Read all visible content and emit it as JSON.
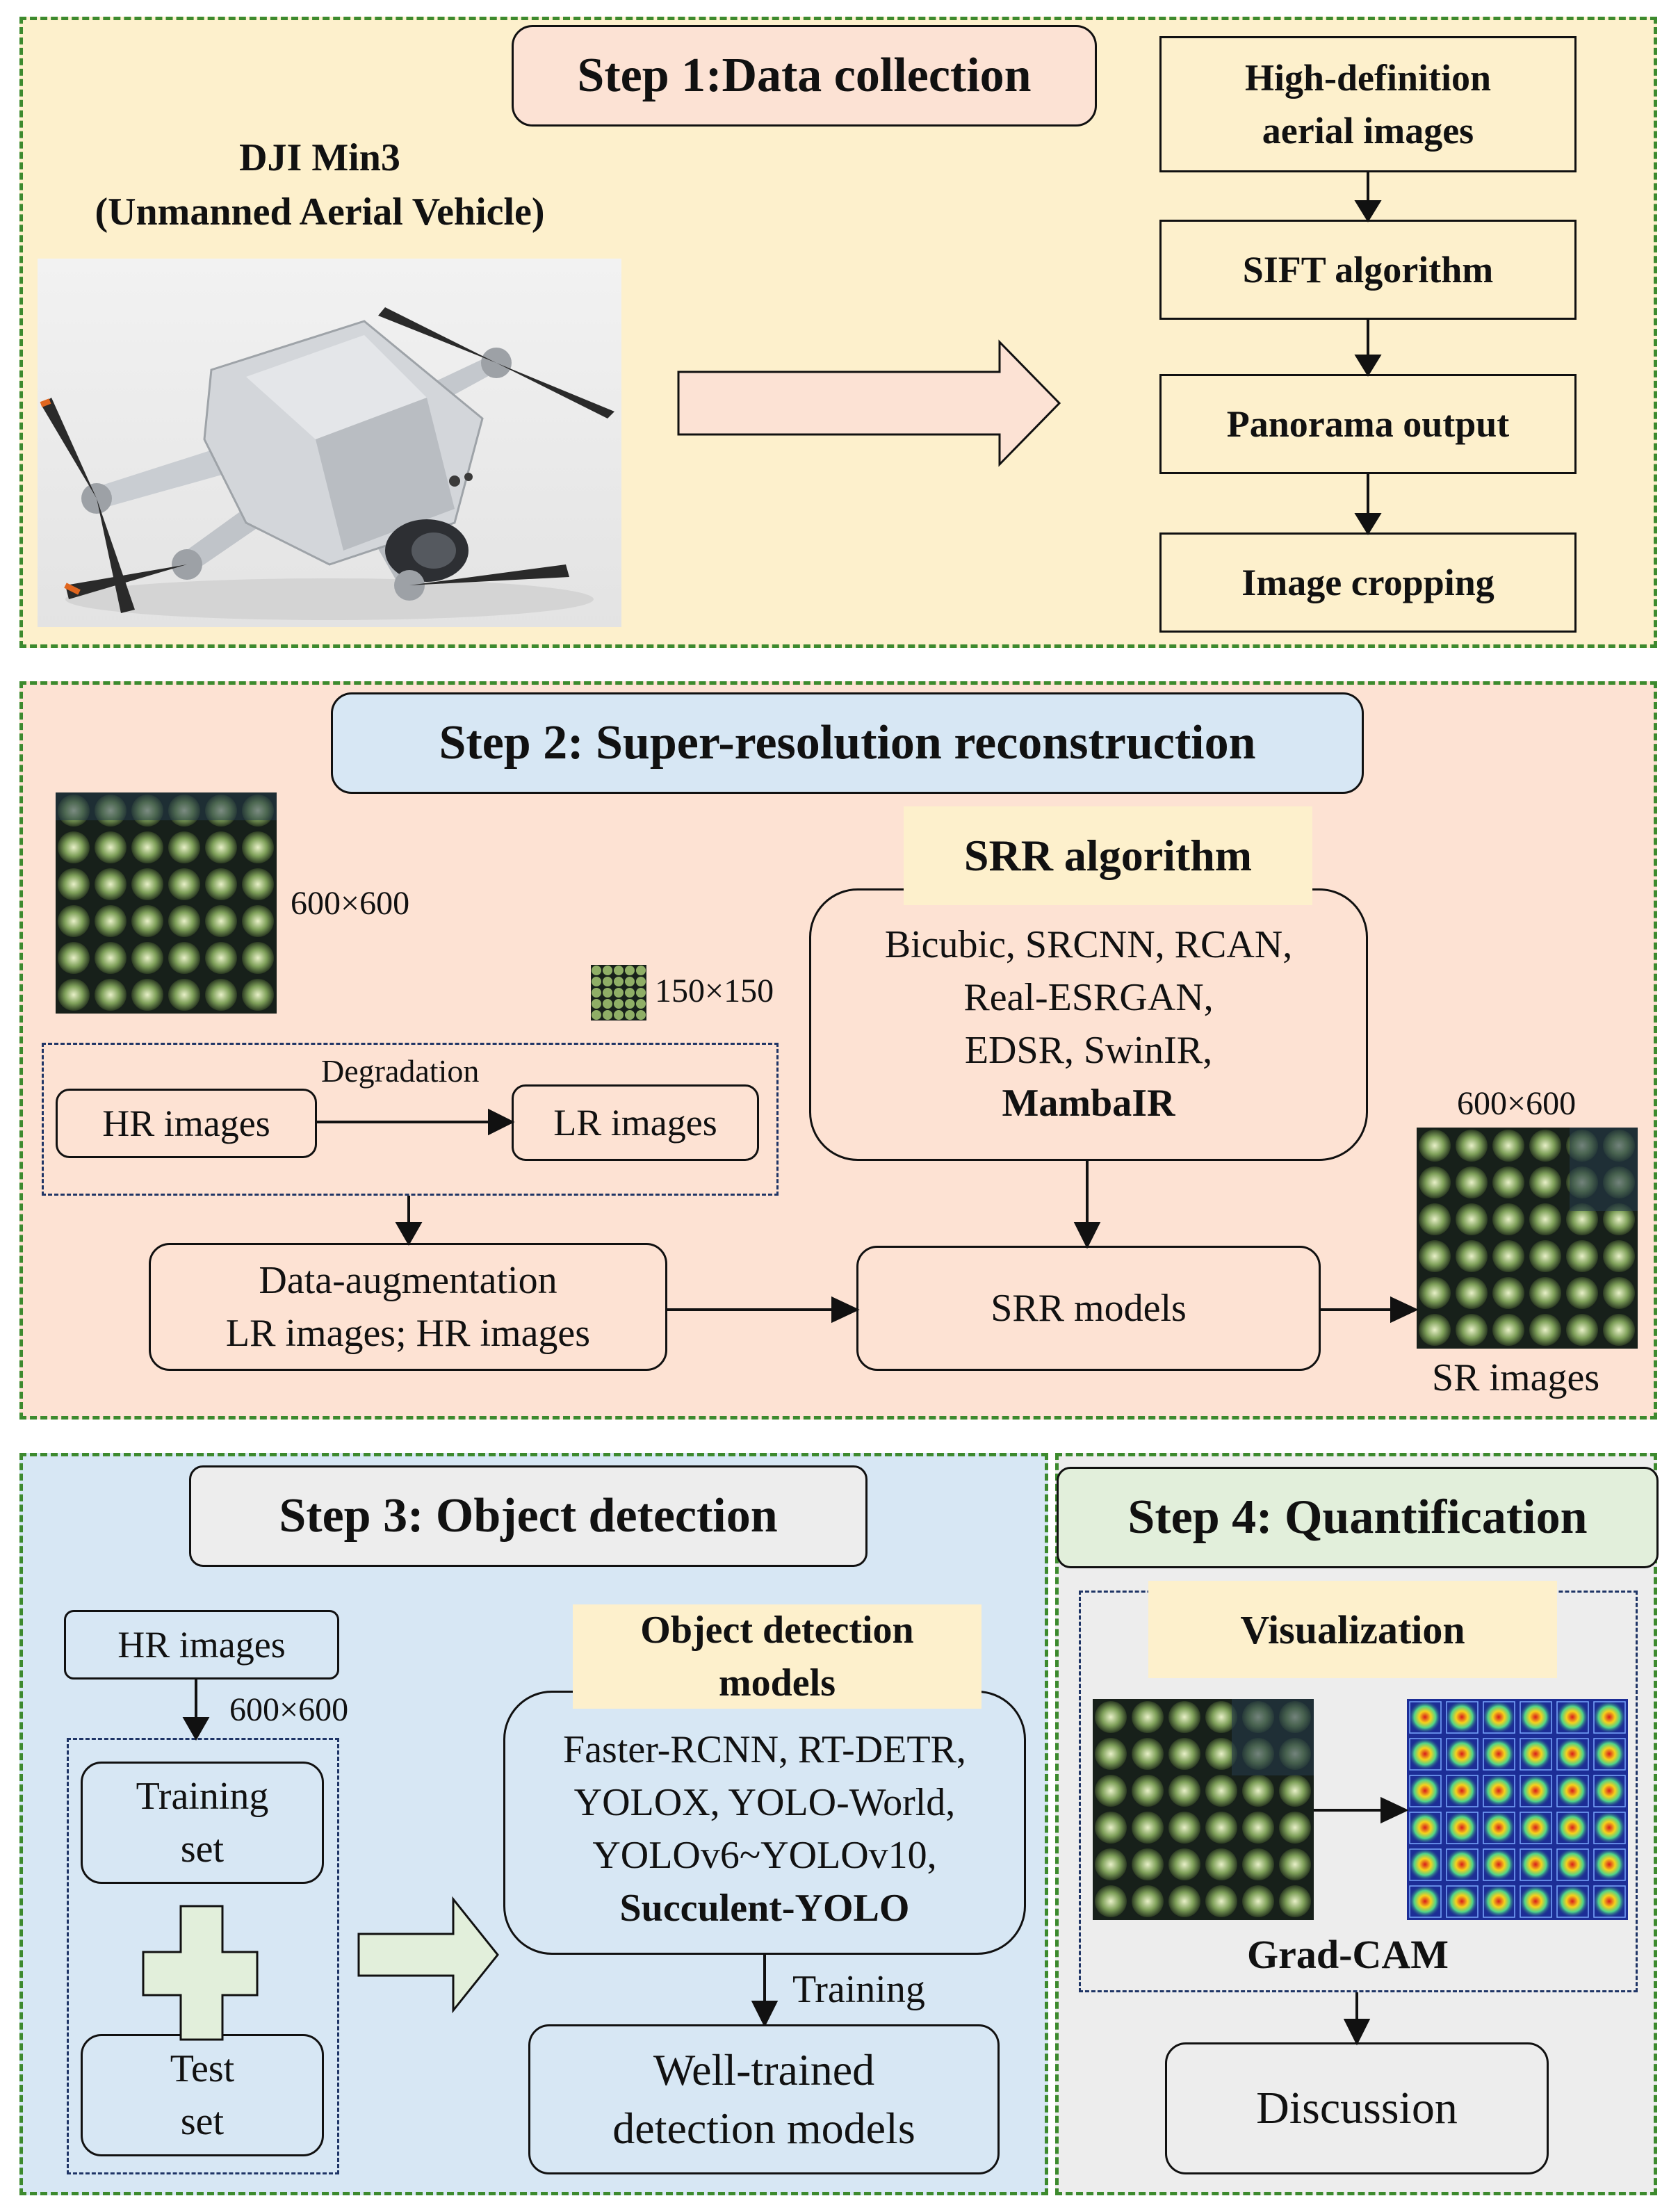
{
  "step1": {
    "title": "Step 1:Data collection",
    "drone_label_line1": "DJI Min3",
    "drone_label_line2": "(Unmanned Aerial Vehicle)",
    "flow": [
      "High-definition\naerial images",
      "SIFT algorithm",
      "Panorama output",
      "Image cropping"
    ]
  },
  "step2": {
    "title": "Step 2: Super-resolution reconstruction",
    "hr_size": "600×600",
    "lr_size": "150×150",
    "degradation_label": "Degradation",
    "hr_images": "HR images",
    "lr_images": "LR images",
    "srr_algorithm_title": "SRR algorithm",
    "srr_algorithms_text": "Bicubic, SRCNN, RCAN,\nReal-ESRGAN,\nEDSR, SwinIR,",
    "srr_algorithm_highlight": "MambaIR",
    "augmentation": "Data-augmentation\nLR images; HR images",
    "srr_models": "SRR models",
    "sr_size": "600×600",
    "sr_images": "SR images"
  },
  "step3": {
    "title": "Step 3: Object detection",
    "hr_images": "HR images",
    "size": "600×600",
    "training_set": "Training\nset",
    "test_set": "Test\nset",
    "models_title": "Object detection\nmodels",
    "models_text": "Faster-RCNN, RT-DETR,\nYOLOX, YOLO-World,\nYOLOv6~YOLOv10,",
    "models_highlight": "Succulent-YOLO",
    "training_label": "Training",
    "well_trained": "Well-trained\ndetection models"
  },
  "step4": {
    "title": "Step 4: Quantification",
    "visualization": "Visualization",
    "gradcam": "Grad-CAM",
    "discussion": "Discussion"
  },
  "colors": {
    "panel1_bg": "#fdf0cc",
    "panel2_bg": "#fde2d3",
    "panel3_bg": "#d7e7f4",
    "panel4_bg": "#ededed",
    "border_green": "#3d8a2e",
    "step1_title_bg": "#fce2d4",
    "step2_title_bg": "#d7e7f4",
    "step3_title_bg": "#ededed",
    "step4_title_bg": "#e2efdb",
    "highlight_yellow": "#fdf0cc",
    "arrow_pink": "#fce2d4",
    "arrow_green": "#e2efdb"
  }
}
